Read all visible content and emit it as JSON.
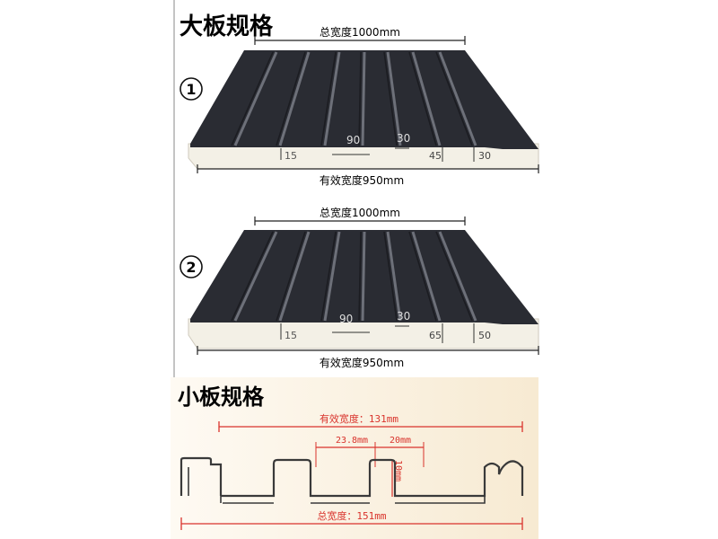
{
  "large_section": {
    "title": "大板规格",
    "panels": [
      {
        "number": "1",
        "total_width_label": "总宽度1000mm",
        "effective_width_label": "有效宽度950mm",
        "dim_a": "15",
        "dim_b": "90",
        "dim_c": "30",
        "dim_d": "45",
        "dim_e": "30"
      },
      {
        "number": "2",
        "total_width_label": "总宽度1000mm",
        "effective_width_label": "有效宽度950mm",
        "dim_a": "15",
        "dim_b": "90",
        "dim_c": "30",
        "dim_d": "65",
        "dim_e": "50"
      }
    ]
  },
  "small_section": {
    "title": "小板规格",
    "effective_width_label": "有效宽度：131mm",
    "dim_rib_pitch": "23.8mm",
    "dim_rib_width": "20mm",
    "dim_height": "10mm",
    "total_width_label": "总宽度：151mm"
  },
  "colors": {
    "panel": "#2a2c33",
    "rib_highlight": "#6d7079",
    "foam": "#f3f0e6",
    "dimension_red": "#d9332c",
    "small_bg": "#fbf3e4"
  }
}
